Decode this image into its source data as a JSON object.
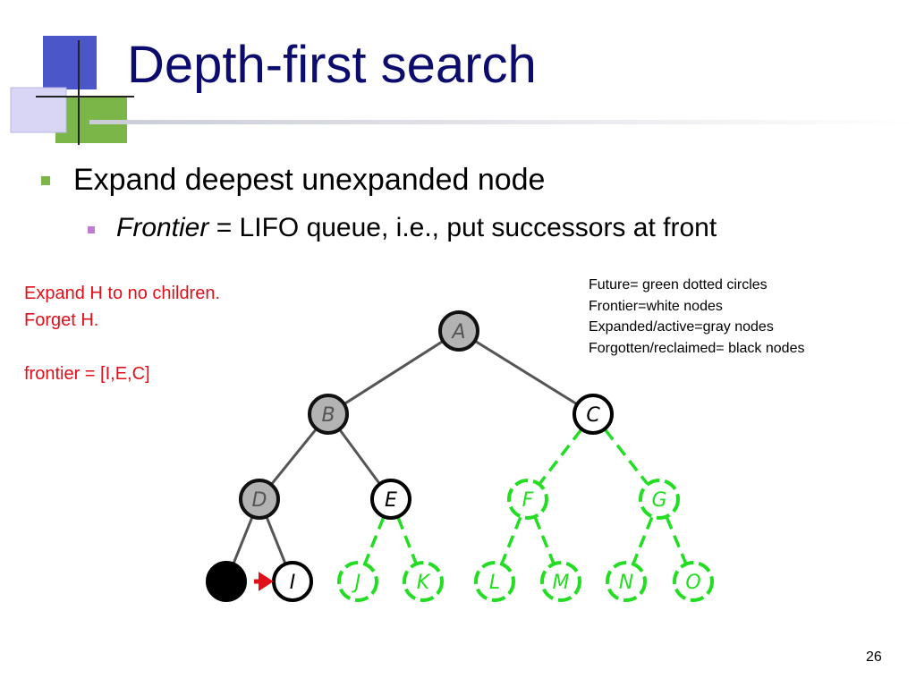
{
  "slide": {
    "title": "Depth-first search",
    "bullet_main": "Expand deepest unexpanded node",
    "bullet_sub_italic": "Frontier",
    "bullet_sub_rest": " = LIFO queue, i.e., put successors at front",
    "page_number": "26"
  },
  "note": {
    "line1": "Expand H to no children.",
    "line2": "Forget H.",
    "line3": "frontier = [I,E,C]"
  },
  "legend": {
    "line1": "Future= green dotted circles",
    "line2": "Frontier=white nodes",
    "line3": "Expanded/active=gray nodes",
    "line4": "Forgotten/reclaimed= black nodes"
  },
  "colors": {
    "title": "#0c0c6e",
    "note": "#e0101a",
    "future": "#22dd22",
    "expanded": "#b3b3b3",
    "frontier": "#ffffff",
    "forgotten": "#000000",
    "arrow": "#e0101a",
    "bullet_main": "#7ab648",
    "bullet_sub": "#c07ad0"
  },
  "tree": {
    "nodes": [
      {
        "id": "A",
        "label": "A",
        "state": "expanded"
      },
      {
        "id": "B",
        "label": "B",
        "state": "expanded"
      },
      {
        "id": "C",
        "label": "C",
        "state": "frontier"
      },
      {
        "id": "D",
        "label": "D",
        "state": "expanded"
      },
      {
        "id": "E",
        "label": "E",
        "state": "frontier"
      },
      {
        "id": "F",
        "label": "F",
        "state": "future"
      },
      {
        "id": "G",
        "label": "G",
        "state": "future"
      },
      {
        "id": "H",
        "label": "",
        "state": "forgotten"
      },
      {
        "id": "I",
        "label": "I",
        "state": "frontier"
      },
      {
        "id": "J",
        "label": "J",
        "state": "future"
      },
      {
        "id": "K",
        "label": "K",
        "state": "future"
      },
      {
        "id": "L",
        "label": "L",
        "state": "future"
      },
      {
        "id": "M",
        "label": "M",
        "state": "future"
      },
      {
        "id": "N",
        "label": "N",
        "state": "future"
      },
      {
        "id": "O",
        "label": "O",
        "state": "future"
      }
    ],
    "edges": [
      {
        "from": "A",
        "to": "B"
      },
      {
        "from": "A",
        "to": "C"
      },
      {
        "from": "B",
        "to": "D"
      },
      {
        "from": "B",
        "to": "E"
      },
      {
        "from": "C",
        "to": "F"
      },
      {
        "from": "C",
        "to": "G"
      },
      {
        "from": "D",
        "to": "H"
      },
      {
        "from": "D",
        "to": "I"
      },
      {
        "from": "E",
        "to": "J"
      },
      {
        "from": "E",
        "to": "K"
      },
      {
        "from": "F",
        "to": "L"
      },
      {
        "from": "F",
        "to": "M"
      },
      {
        "from": "G",
        "to": "N"
      },
      {
        "from": "G",
        "to": "O"
      }
    ],
    "pointer": {
      "target": "I"
    }
  }
}
